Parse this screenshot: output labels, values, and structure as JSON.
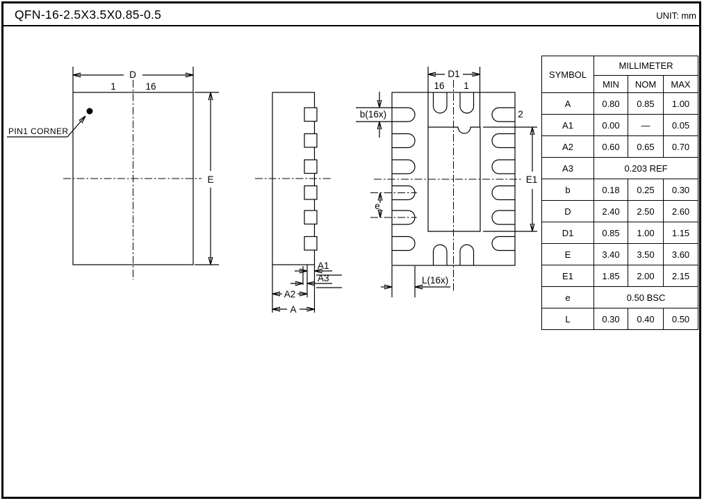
{
  "header": {
    "title": "QFN-16-2.5X3.5X0.85-0.5",
    "unit": "UNIT: mm"
  },
  "top_view": {
    "dim_d": "D",
    "dim_e": "E",
    "pin1_label": "1",
    "pin16_label": "16",
    "pin1_note": "PIN1 CORNER"
  },
  "side_view": {
    "dim_a": "A",
    "dim_a1": "A1",
    "dim_a2": "A2",
    "dim_a3": "A3"
  },
  "bottom_view": {
    "dim_d1": "D1",
    "dim_e1": "E1",
    "dim_b": "b(16x)",
    "dim_pitch": "e",
    "dim_l": "L(16x)",
    "pin16_label": "16",
    "pin1_label": "1",
    "pin2_label": "2"
  },
  "table": {
    "symbol_header": "SYMBOL",
    "group_header": "MILLIMETER",
    "columns": [
      "MIN",
      "NOM",
      "MAX"
    ],
    "rows": [
      {
        "symbol": "A",
        "min": "0.80",
        "nom": "0.85",
        "max": "1.00"
      },
      {
        "symbol": "A1",
        "min": "0.00",
        "nom": "—",
        "max": "0.05"
      },
      {
        "symbol": "A2",
        "min": "0.60",
        "nom": "0.65",
        "max": "0.70"
      },
      {
        "symbol": "A3",
        "value": "0.203 REF",
        "span": true
      },
      {
        "symbol": "b",
        "min": "0.18",
        "nom": "0.25",
        "max": "0.30"
      },
      {
        "symbol": "D",
        "min": "2.40",
        "nom": "2.50",
        "max": "2.60"
      },
      {
        "symbol": "D1",
        "min": "0.85",
        "nom": "1.00",
        "max": "1.15"
      },
      {
        "symbol": "E",
        "min": "3.40",
        "nom": "3.50",
        "max": "3.60"
      },
      {
        "symbol": "E1",
        "min": "1.85",
        "nom": "2.00",
        "max": "2.15"
      },
      {
        "symbol": "e",
        "value": "0.50 BSC",
        "span": true
      },
      {
        "symbol": "L",
        "min": "0.30",
        "nom": "0.40",
        "max": "0.50"
      }
    ]
  },
  "colors": {
    "line": "#000000",
    "background": "#ffffff"
  }
}
